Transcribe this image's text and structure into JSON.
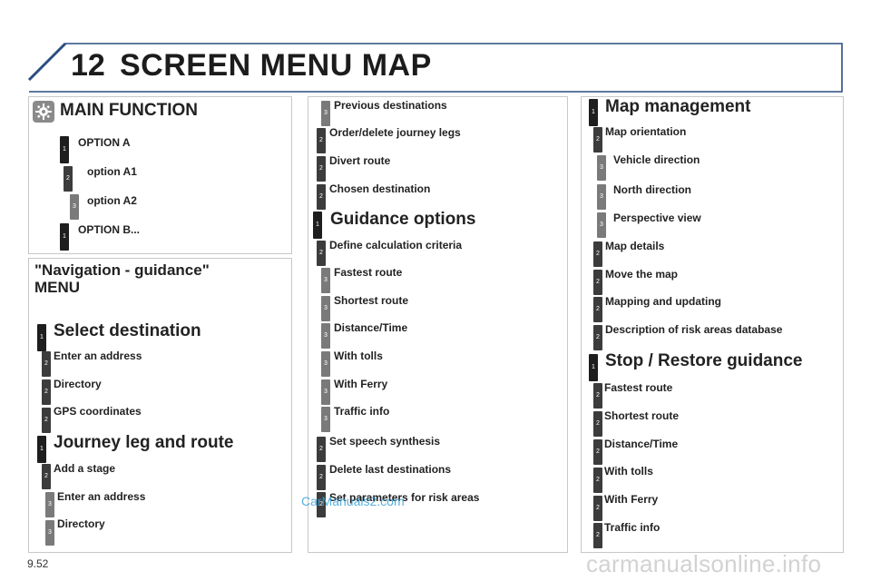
{
  "header": {
    "chapter_number": "12",
    "title": "SCREEN MENU MAP"
  },
  "page_number": "9.52",
  "watermarks": {
    "middle": "CarManuals2.com",
    "footer": "carmanualsonline.info"
  },
  "left_top": {
    "title": "MAIN FUNCTION",
    "icon": "gear-icon",
    "items": [
      {
        "level": "1",
        "label": "OPTION A"
      },
      {
        "level": "2",
        "label": "option A1"
      },
      {
        "level": "3",
        "label": "option A2"
      },
      {
        "level": "1",
        "label": "OPTION B..."
      }
    ]
  },
  "left_bottom": {
    "title_line1": "\"Navigation - guidance\"",
    "title_line2": "MENU",
    "entries": [
      {
        "level": "1",
        "label": "Select destination"
      },
      {
        "level": "2",
        "label": "Enter an address"
      },
      {
        "level": "2",
        "label": "Directory"
      },
      {
        "level": "2",
        "label": "GPS coordinates"
      },
      {
        "level": "1",
        "label": "Journey leg and route"
      },
      {
        "level": "2",
        "label": "Add a stage"
      },
      {
        "level": "3",
        "label": "Enter an address"
      },
      {
        "level": "3",
        "label": "Directory"
      }
    ]
  },
  "middle": {
    "entries": [
      {
        "level": "3",
        "label": "Previous destinations"
      },
      {
        "level": "2",
        "label": "Order/delete journey legs"
      },
      {
        "level": "2",
        "label": "Divert route"
      },
      {
        "level": "2",
        "label": "Chosen destination"
      },
      {
        "level": "1",
        "label": "Guidance options"
      },
      {
        "level": "2",
        "label": "Define calculation criteria"
      },
      {
        "level": "3",
        "label": "Fastest route"
      },
      {
        "level": "3",
        "label": "Shortest route"
      },
      {
        "level": "3",
        "label": "Distance/Time"
      },
      {
        "level": "3",
        "label": "With tolls"
      },
      {
        "level": "3",
        "label": "With Ferry"
      },
      {
        "level": "3",
        "label": "Traffic info"
      },
      {
        "level": "2",
        "label": "Set speech synthesis"
      },
      {
        "level": "2",
        "label": "Delete last destinations"
      },
      {
        "level": "2",
        "label": "Set parameters for risk areas"
      }
    ]
  },
  "right": {
    "entries": [
      {
        "level": "1",
        "label": "Map management"
      },
      {
        "level": "2",
        "label": "Map orientation"
      },
      {
        "level": "3",
        "label": "Vehicle direction"
      },
      {
        "level": "3",
        "label": "North direction"
      },
      {
        "level": "3",
        "label": "Perspective view"
      },
      {
        "level": "2",
        "label": "Map details"
      },
      {
        "level": "2",
        "label": "Move the map"
      },
      {
        "level": "2",
        "label": "Mapping and updating"
      },
      {
        "level": "2",
        "label": "Description of risk areas database"
      },
      {
        "level": "1",
        "label": "Stop / Restore guidance"
      },
      {
        "level": "2",
        "label": "Fastest route"
      },
      {
        "level": "2",
        "label": "Shortest route"
      },
      {
        "level": "2",
        "label": "Distance/Time"
      },
      {
        "level": "2",
        "label": "With tolls"
      },
      {
        "level": "2",
        "label": "With Ferry"
      },
      {
        "level": "2",
        "label": "Traffic info"
      }
    ]
  }
}
